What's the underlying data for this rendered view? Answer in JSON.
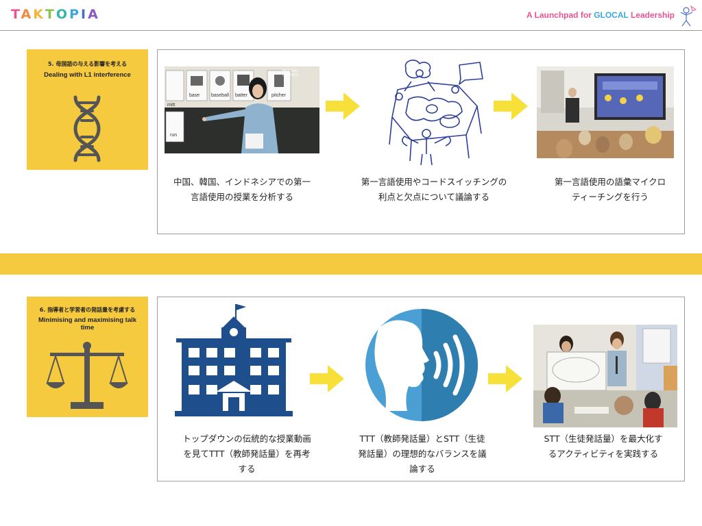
{
  "header": {
    "logo": "TAKTOPIA",
    "logo_letters": [
      {
        "ch": "T",
        "color": "#e8548f"
      },
      {
        "ch": "A",
        "color": "#f08a3c"
      },
      {
        "ch": "K",
        "color": "#f3b53b"
      },
      {
        "ch": "T",
        "color": "#8cc152"
      },
      {
        "ch": "O",
        "color": "#35b6a5"
      },
      {
        "ch": "P",
        "color": "#3aa8d9"
      },
      {
        "ch": "I",
        "color": "#4a6fc9"
      },
      {
        "ch": "A",
        "color": "#8a59c6"
      }
    ],
    "tagline_prefix": "A Launchpad for ",
    "tagline_glocal": "GLOCAL",
    "tagline_suffix": " Leadership"
  },
  "section1": {
    "title_jp": "5. 母国語の与える影響を考える",
    "title_en": "Dealing with L1 interference",
    "icon": "dna-icon",
    "steps": [
      {
        "caption_lines": [
          "中国、韓国、インドネシアでの第一",
          "言語使用の授業を分析する"
        ]
      },
      {
        "caption_lines": [
          "第一言語使用やコードスイッチングの",
          "利点と欠点について議論する"
        ]
      },
      {
        "caption_lines": [
          "第一言語使用の語彙マイクロ",
          "ティーチングを行う"
        ]
      }
    ],
    "photo1_labels": [
      "base",
      "baseball",
      "batter",
      "pitcher",
      "mitt",
      "run"
    ],
    "photo1_watermark": [
      "BRITISH",
      "COUNCIL"
    ]
  },
  "section2": {
    "title_jp": "6. 指導者と学習者の発話量を考慮する",
    "title_en_lines": [
      "Minimising and maximising talk",
      "time"
    ],
    "icon": "balance-scale-icon",
    "steps": [
      {
        "caption_lines": [
          "トップダウンの伝統的な授業動画",
          "を見てTTT（教師発話量）を再考",
          "する"
        ]
      },
      {
        "caption_lines": [
          "TTT（教師発話量）とSTT（生徒",
          "発話量）の理想的なバランスを議",
          "論する"
        ]
      },
      {
        "caption_lines": [
          "STT（生徒発話量）を最大化す",
          "るアクティビティを実践する"
        ]
      }
    ]
  },
  "colors": {
    "accent_yellow": "#f6ca3f",
    "arrow_yellow": "#f7e03a",
    "icon_gray": "#555555",
    "building_blue": "#1f4e8c",
    "speak_blue": "#4a9fd4"
  }
}
